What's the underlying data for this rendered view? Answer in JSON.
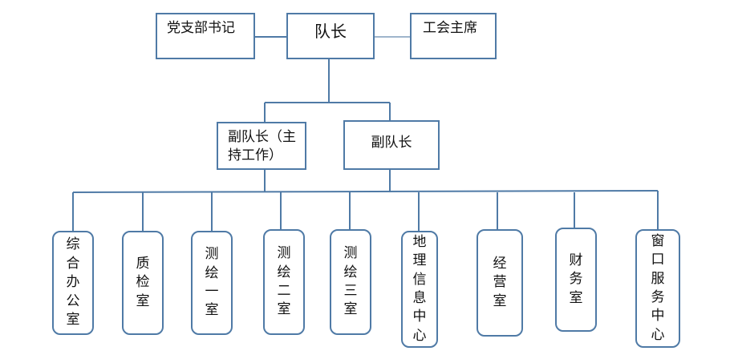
{
  "org": {
    "captain": "队长",
    "party_secretary": "党支部书记",
    "union_chair": "工会主席",
    "deputy_main": "副队长（主持工作）",
    "deputy": "副队长"
  },
  "departments": [
    "综合办公室",
    "质检室",
    "测绘一室",
    "测绘二室",
    "测绘三室",
    "地理信息中心",
    "经营室",
    "财务室",
    "窗口服务中心"
  ],
  "colors": {
    "line": "#4f7aa6",
    "border": "#4f7aa6"
  }
}
